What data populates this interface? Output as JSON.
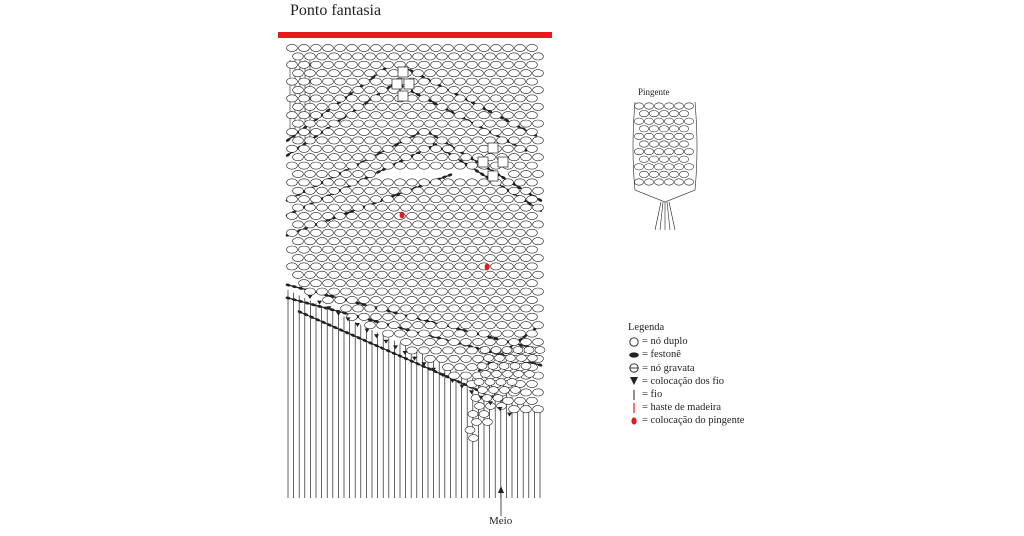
{
  "title": "Ponto fantasia",
  "pingente": {
    "title": "Pingente"
  },
  "meio": {
    "label": "Meio"
  },
  "legend": {
    "title": "Legenda",
    "items": [
      {
        "symbol": "circle-open-icon",
        "label": "= nó duplo"
      },
      {
        "symbol": "ellipse-filled-icon",
        "label": "= festonê"
      },
      {
        "symbol": "circle-bar-icon",
        "label": "= nó gravata"
      },
      {
        "symbol": "triangle-down-icon",
        "label": "= colocação dos fio"
      },
      {
        "symbol": "line-black-icon",
        "label": "= fio"
      },
      {
        "symbol": "line-red-icon",
        "label": "= haste de madeira"
      },
      {
        "symbol": "dot-red-icon",
        "label": "= colocação do pingente"
      }
    ]
  },
  "colors": {
    "rod": "#e8191c",
    "ink": "#222222",
    "pendant_marker": "#e8191c"
  }
}
